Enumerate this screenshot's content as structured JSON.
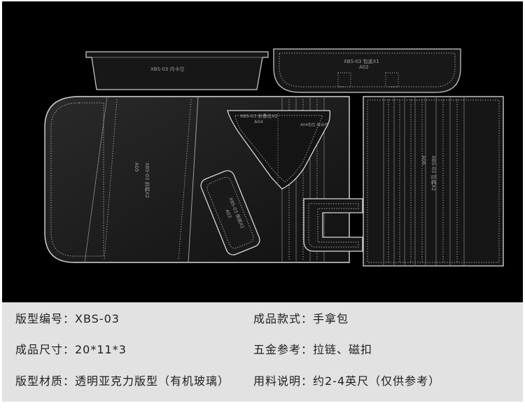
{
  "pattern_labels": {
    "inner_card_slot": "XBS-03  内卡位",
    "flap": "XBS-03  包盖X1",
    "flap_code": "A02",
    "gusset": "XBS-03  折叠位X2",
    "gusset_code": "A04",
    "gusset_note": "A04包位\n缝合线",
    "front_left_code": "A05",
    "front_left_text": "XBS-03  前幅X2",
    "small_strip_code": "A03",
    "small_strip_text": "XBS-03  侧面X2",
    "right_panel_code": "A06",
    "right_panel_text": "XBS-03  后幅X2"
  },
  "info": {
    "rows": [
      {
        "left": "版型编号：XBS-03",
        "right": "成品款式：手拿包"
      },
      {
        "left": "成品尺寸：20*11*3",
        "right": "五金参考：拉链、磁扣"
      },
      {
        "left": "版型材质：透明亚克力版型（有机玻璃）",
        "right": "用料说明：约2-4英尺（仅供参考）"
      }
    ]
  },
  "colors": {
    "photo_background": "#000000",
    "info_background": "#e2e2e2",
    "pattern_outline": "#d9d9d9"
  }
}
